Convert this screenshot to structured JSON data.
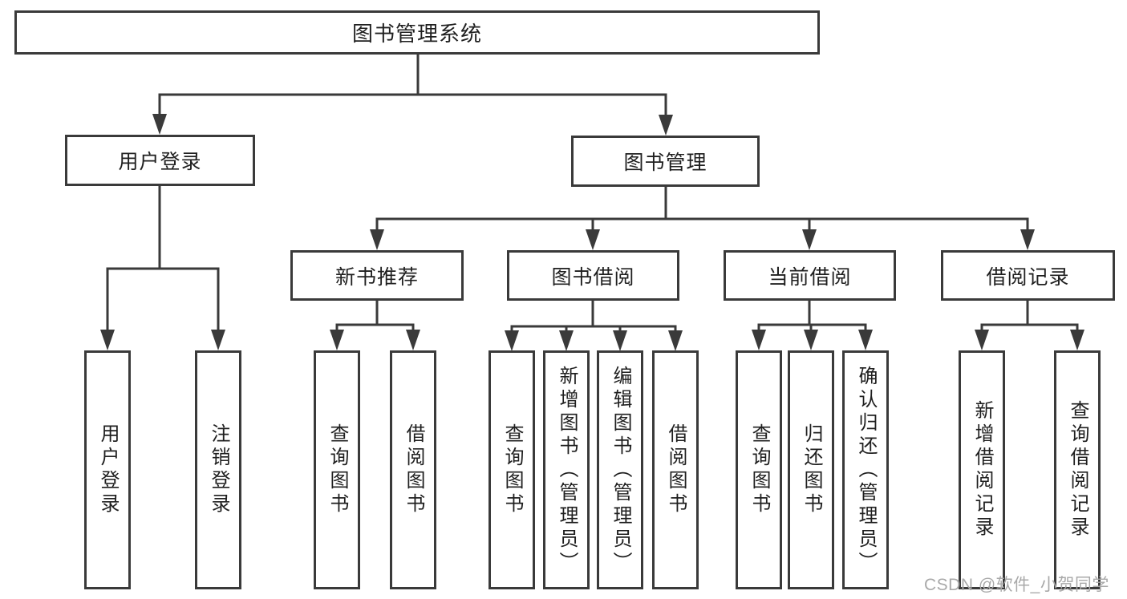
{
  "tree": {
    "label": "图书管理系统",
    "children": [
      {
        "label": "用户登录",
        "children": [
          {
            "label": "用户登录"
          },
          {
            "label": "注销登录"
          }
        ]
      },
      {
        "label": "图书管理",
        "children": [
          {
            "label": "新书推荐",
            "children": [
              {
                "label": "查询图书"
              },
              {
                "label": "借阅图书"
              }
            ]
          },
          {
            "label": "图书借阅",
            "children": [
              {
                "label": "查询图书"
              },
              {
                "label": "新增图书（管理员）"
              },
              {
                "label": "编辑图书（管理员）"
              },
              {
                "label": "借阅图书"
              }
            ]
          },
          {
            "label": "当前借阅",
            "children": [
              {
                "label": "查询图书"
              },
              {
                "label": "归还图书"
              },
              {
                "label": "确认归还（管理员）"
              }
            ]
          },
          {
            "label": "借阅记录",
            "children": [
              {
                "label": "新增借阅记录"
              },
              {
                "label": "查询借阅记录"
              }
            ]
          }
        ]
      }
    ]
  },
  "watermark": {
    "text": "CSDN @软件_小贺同学",
    "color": "#a9a9a9"
  },
  "colors": {
    "line": "#3a3a3a",
    "text": "#1f1f1f",
    "box_background": "#ffffff",
    "page_background": "#ffffff"
  }
}
